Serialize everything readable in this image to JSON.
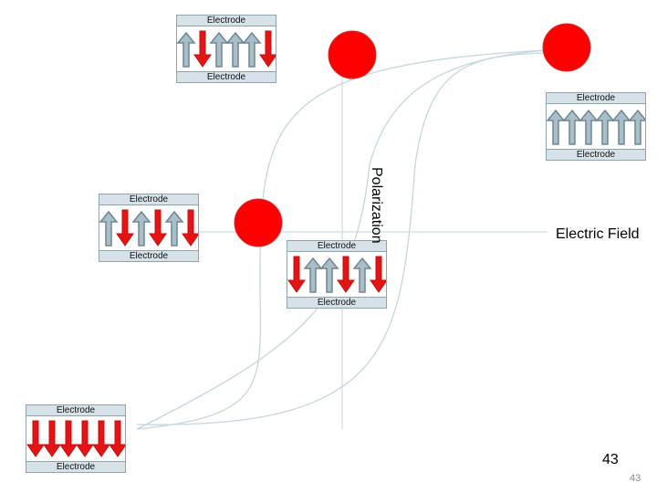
{
  "electrode_label": "Electrode",
  "colors": {
    "up_arrow": "#a9bec8",
    "up_arrow_stroke": "#6f8791",
    "down_arrow": "#e41414",
    "state_dot": "#ff0000",
    "curve": "#c6d6dc",
    "axis": "#c6d6dc"
  },
  "axes": {
    "x_label": "Electric Field",
    "y_label": "Polarization"
  },
  "cells": [
    {
      "id": "top-center",
      "arrows": [
        "up",
        "down",
        "up",
        "up",
        "up",
        "down"
      ]
    },
    {
      "id": "top-right",
      "arrows": [
        "up",
        "up",
        "up",
        "up",
        "up",
        "up"
      ]
    },
    {
      "id": "mid-left",
      "arrows": [
        "up",
        "down",
        "up",
        "down",
        "up",
        "down"
      ]
    },
    {
      "id": "center",
      "arrows": [
        "down",
        "up",
        "up",
        "down",
        "up",
        "down"
      ]
    },
    {
      "id": "bottom-left",
      "arrows": [
        "down",
        "down",
        "down",
        "down",
        "down",
        "down"
      ]
    }
  ],
  "page_numbers": {
    "large": "43",
    "small": "43"
  }
}
